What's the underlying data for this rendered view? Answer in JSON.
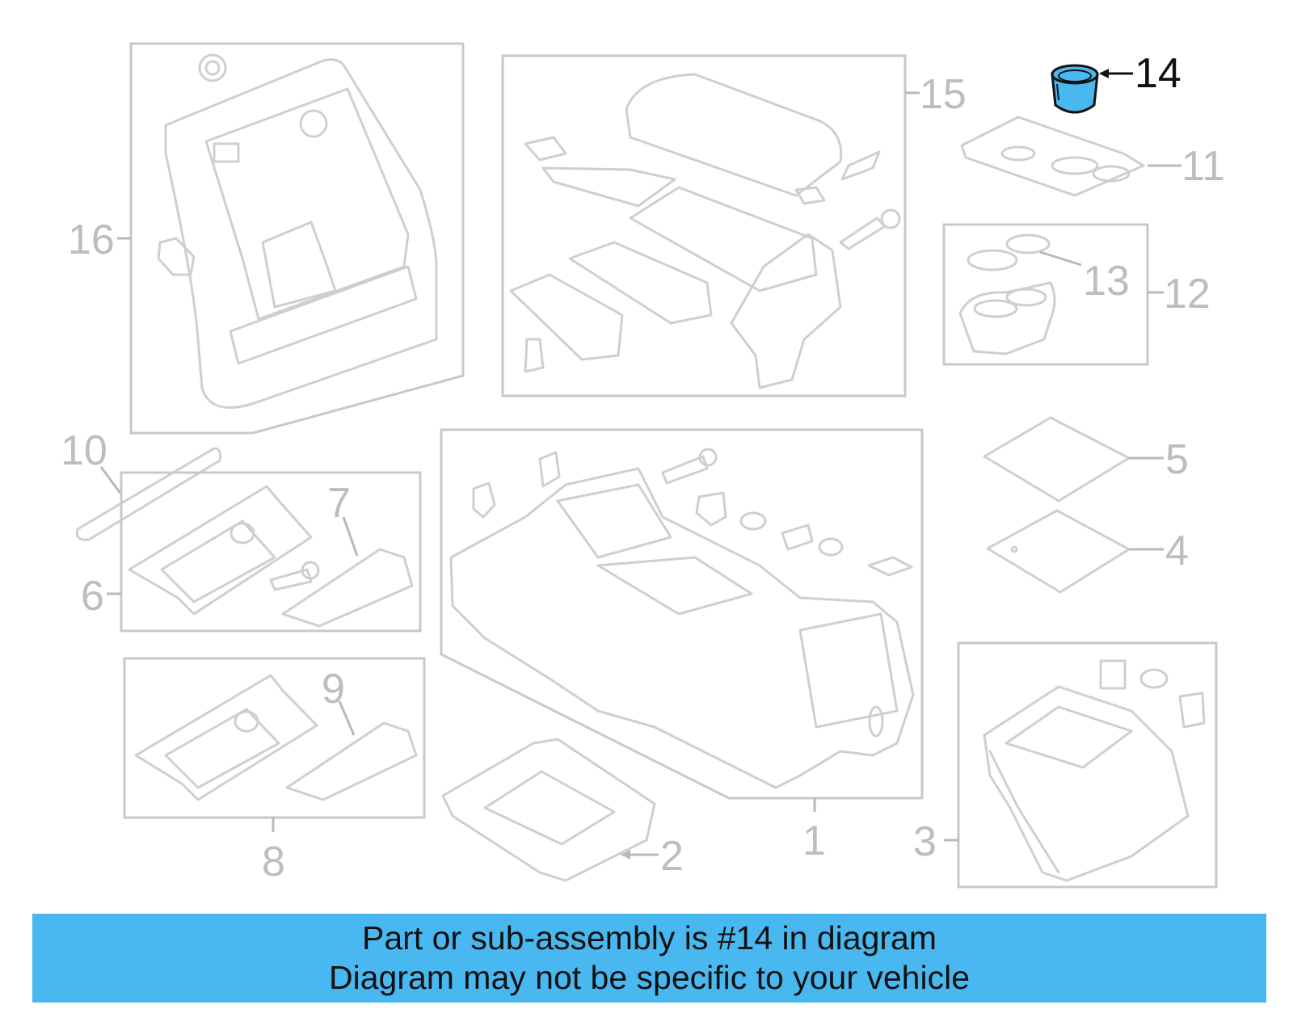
{
  "callouts": {
    "c1": "1",
    "c2": "2",
    "c3": "3",
    "c4": "4",
    "c5": "5",
    "c6": "6",
    "c7": "7",
    "c8": "8",
    "c9": "9",
    "c10": "10",
    "c11": "11",
    "c12": "12",
    "c13": "13",
    "c14": "14",
    "c15": "15",
    "c16": "16"
  },
  "highlight": {
    "part_number": "14",
    "color": "#4ab8f0"
  },
  "banner": {
    "line1": "Part or sub-assembly is #14 in diagram",
    "line2": "Diagram may not be specific to your vehicle",
    "background": "#4ab8f0"
  }
}
